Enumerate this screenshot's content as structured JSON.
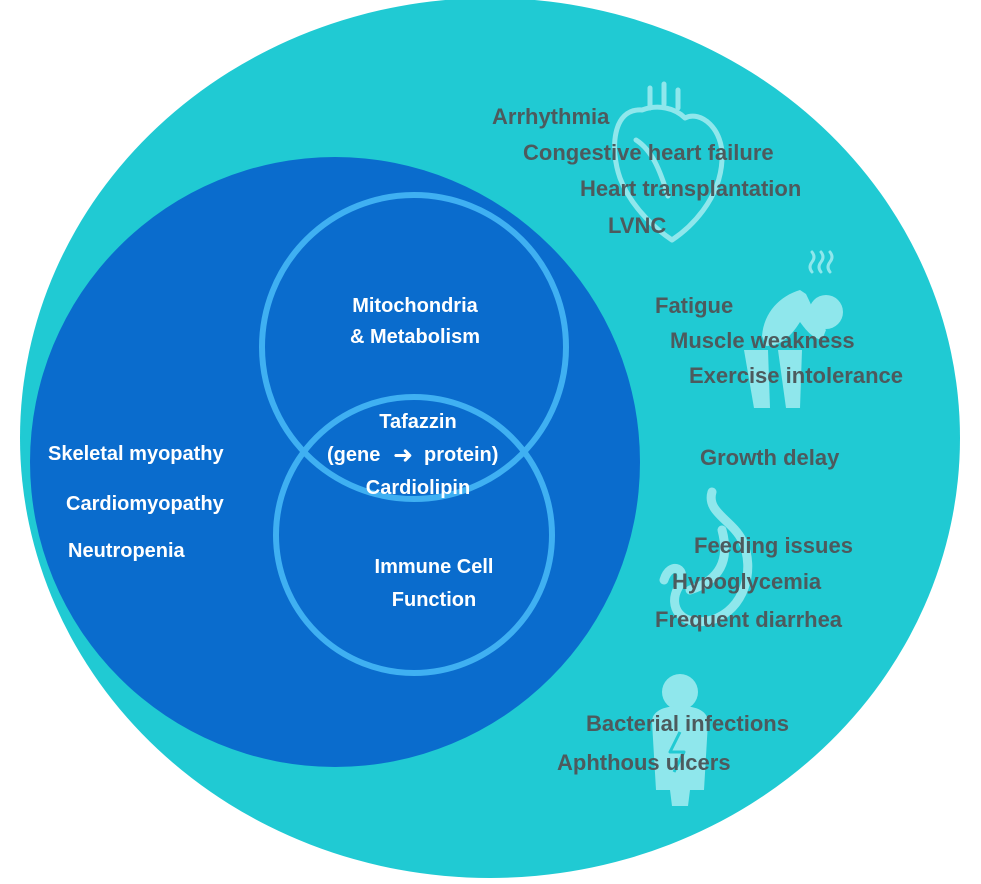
{
  "colors": {
    "outer_circle": "#20cad3",
    "inner_circle": "#0a6ccd",
    "venn_ring": "#3fb0f2",
    "outer_text": "#4d5a5d",
    "inner_text": "#ffffff",
    "icon_fill": "#8fe7ec"
  },
  "inner": {
    "left_labels": [
      "Skeletal myopathy",
      "Cardiomyopathy",
      "Neutropenia"
    ],
    "venn_top": [
      "Mitochondria",
      "& Metabolism"
    ],
    "venn_center": {
      "line1": "Tafazzin",
      "gene": "(gene",
      "arrow": "➜",
      "protein": "protein)",
      "line3": "Cardiolipin"
    },
    "venn_bottom": [
      "Immune Cell",
      "Function"
    ]
  },
  "outer": {
    "cardiac": {
      "icon": "heart-icon",
      "items": [
        "Arrhythmia",
        "Congestive heart failure",
        "Heart transplantation",
        "LVNC"
      ]
    },
    "muscle": {
      "icon": "tired-person-icon",
      "items": [
        "Fatigue",
        "Muscle weakness",
        "Exercise intolerance"
      ]
    },
    "growth": {
      "items": [
        "Growth delay"
      ]
    },
    "gastro": {
      "icon": "stomach-icon",
      "items": [
        "Feeding issues",
        "Hypoglycemia",
        "Frequent diarrhea"
      ]
    },
    "immune": {
      "icon": "sick-person-icon",
      "items": [
        "Bacterial infections",
        "Aphthous ulcers"
      ]
    }
  }
}
